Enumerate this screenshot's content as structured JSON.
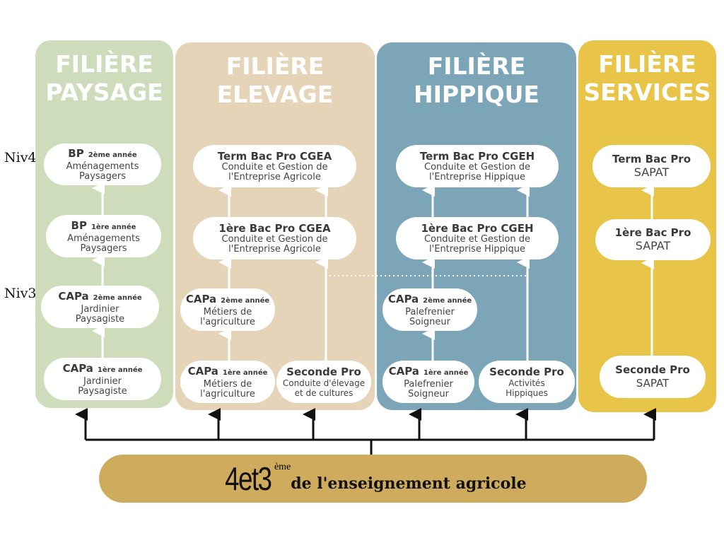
{
  "levels": {
    "niv4": "Niv4",
    "niv3": "Niv3"
  },
  "colors": {
    "paysage": "#cfdcbb",
    "elevage": "#e6d4b9",
    "hippique": "#7ca6b8",
    "services": "#e8c548",
    "bottom": "#cfab5d"
  },
  "columns": {
    "paysage": {
      "title1": "FILIÈRE",
      "title2": "PAYSAGE",
      "boxes": [
        {
          "h": "BP",
          "y": "2ème année",
          "l1": "Aménagements",
          "l2": "Paysagers"
        },
        {
          "h": "BP",
          "y": "1ère année",
          "l1": "Aménagements",
          "l2": "Paysagers"
        },
        {
          "h": "CAPa",
          "y": "2ème année",
          "l1": "Jardinier",
          "l2": "Paysagiste"
        },
        {
          "h": "CAPa",
          "y": "1ère année",
          "l1": "Jardinier",
          "l2": "Paysagiste"
        }
      ]
    },
    "elevage": {
      "title1": "FILIÈRE",
      "title2": "ELEVAGE",
      "boxes": [
        {
          "h": "Term Bac Pro CGEA",
          "l1": "Conduite et Gestion de",
          "l2": "l'Entreprise Agricole"
        },
        {
          "h": "1ère Bac Pro CGEA",
          "l1": "Conduite et Gestion de",
          "l2": "l'Entreprise Agricole"
        },
        {
          "h": "CAPa",
          "y": "2ème année",
          "l1": "Métiers de",
          "l2": "l'agriculture"
        },
        {
          "h": "CAPa",
          "y": "1ère année",
          "l1": "Métiers de",
          "l2": "l'agriculture"
        },
        {
          "h": "Seconde Pro",
          "l1": "Conduite d'élevage",
          "l2": "et de cultures"
        }
      ]
    },
    "hippique": {
      "title1": "FILIÈRE",
      "title2": "HIPPIQUE",
      "boxes": [
        {
          "h": "Term Bac Pro CGEH",
          "l1": "Conduite et Gestion de",
          "l2": "l'Entreprise Hippique"
        },
        {
          "h": "1ère Bac Pro CGEH",
          "l1": "Conduite et Gestion de",
          "l2": "l'Entreprise Hippique"
        },
        {
          "h": "CAPa",
          "y": "2ème année",
          "l1": "Palefrenier",
          "l2": "Soigneur"
        },
        {
          "h": "CAPa",
          "y": "1ère année",
          "l1": "Palefrenier",
          "l2": "Soigneur"
        },
        {
          "h": "Seconde Pro",
          "l1": "Activités",
          "l2": "Hippiques"
        }
      ]
    },
    "services": {
      "title1": "FILIÈRE",
      "title2": "SERVICES",
      "boxes": [
        {
          "h": "Term Bac Pro",
          "l1": "SAPAT"
        },
        {
          "h": "1ère Bac Pro",
          "l1": "SAPAT"
        },
        {
          "h": "Seconde Pro",
          "l1": "SAPAT"
        }
      ]
    }
  },
  "bottom": {
    "num1": "4",
    "et": "et",
    "num2": "3",
    "sup": "ème",
    "text": "de l'enseignement agricole"
  }
}
